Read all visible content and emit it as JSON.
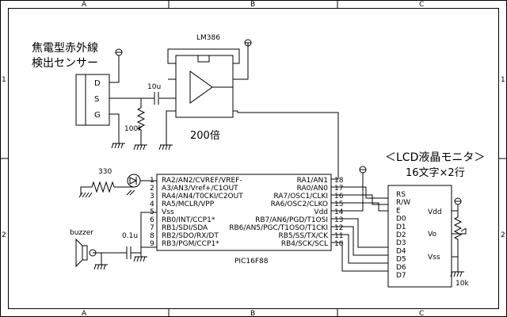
{
  "frame": {
    "cols": [
      "A",
      "B",
      "C"
    ],
    "rows": [
      "1",
      "2"
    ]
  },
  "labels": {
    "sensor_line1": "焦電型赤外線",
    "sensor_line2": "検出センサー",
    "sensor_pins": [
      "D",
      "S",
      "G"
    ],
    "amp_name": "LM386",
    "gain": "200倍",
    "cap_in": "10u",
    "res_bias": "100k",
    "led_res": "330",
    "buzzer": "buzzer",
    "cap_buzzer": "0.1u",
    "lcd_title": "＜LCD液晶モニタ＞",
    "lcd_sub": "16文字×2行",
    "pot": "10k",
    "mcu_name": "PIC16F88"
  },
  "mcu_left_pins": [
    {
      "n": "1",
      "t": "RA2/AN2/CVREF/VREF-"
    },
    {
      "n": "2",
      "t": "A3/AN3/Vref+/C1OUT"
    },
    {
      "n": "3",
      "t": "RA4/AN4/T0CKI/C2OUT"
    },
    {
      "n": "4",
      "t": "RA5/MCLR/VPP"
    },
    {
      "n": "5",
      "t": "Vss"
    },
    {
      "n": "6",
      "t": "RB0/INT/CCP1*"
    },
    {
      "n": "7",
      "t": "RB1/SDI/SDA"
    },
    {
      "n": "8",
      "t": "RB2/SDO/RX/DT"
    },
    {
      "n": "9",
      "t": "RB3/PGM/CCP1*"
    }
  ],
  "mcu_right_pins": [
    {
      "n": "18",
      "t": "RA1/AN1"
    },
    {
      "n": "17",
      "t": "RA0/AN0"
    },
    {
      "n": "16",
      "t": "RA7/OSC1/CLKI"
    },
    {
      "n": "15",
      "t": "RA6/OSC2/CLKO"
    },
    {
      "n": "14",
      "t": "Vdd"
    },
    {
      "n": "13",
      "t": "RB7/AN6/PGD/T1OSI"
    },
    {
      "n": "12",
      "t": "RB6/AN5/PGC/T1OSO/T1CKI"
    },
    {
      "n": "11",
      "t": "RB5/SS/TX/CK"
    },
    {
      "n": "10",
      "t": "RB4/SCK/SCL"
    }
  ],
  "lcd_left_pins": [
    "RS",
    "R/W",
    "E",
    "D0",
    "D1",
    "D2",
    "D3",
    "D4",
    "D5",
    "D6",
    "D7"
  ],
  "lcd_right_pins": [
    "Vdd",
    "Vo",
    "Vss"
  ]
}
